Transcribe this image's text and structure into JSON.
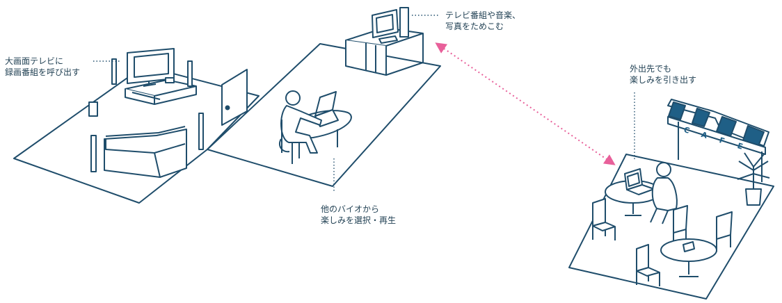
{
  "colors": {
    "line": "#1f4d6b",
    "floor": "#ffffff",
    "awning": "#1f5f86",
    "sync_arrow": "#e8609a",
    "text": "#1f3f52"
  },
  "labels": {
    "tv": {
      "line1": "大画面テレビに",
      "line2": "録画番組を呼び出す"
    },
    "pc": {
      "line1": "テレビ番組や音楽、",
      "line2": "写真をためこむ"
    },
    "remote": {
      "line1": "他のバイオから",
      "line2": "楽しみを選択・再生"
    },
    "outside": {
      "line1": "外出先でも",
      "line2": "楽しみを引き出す"
    }
  },
  "cafe_sign": [
    "C",
    "A",
    "F",
    "E"
  ]
}
